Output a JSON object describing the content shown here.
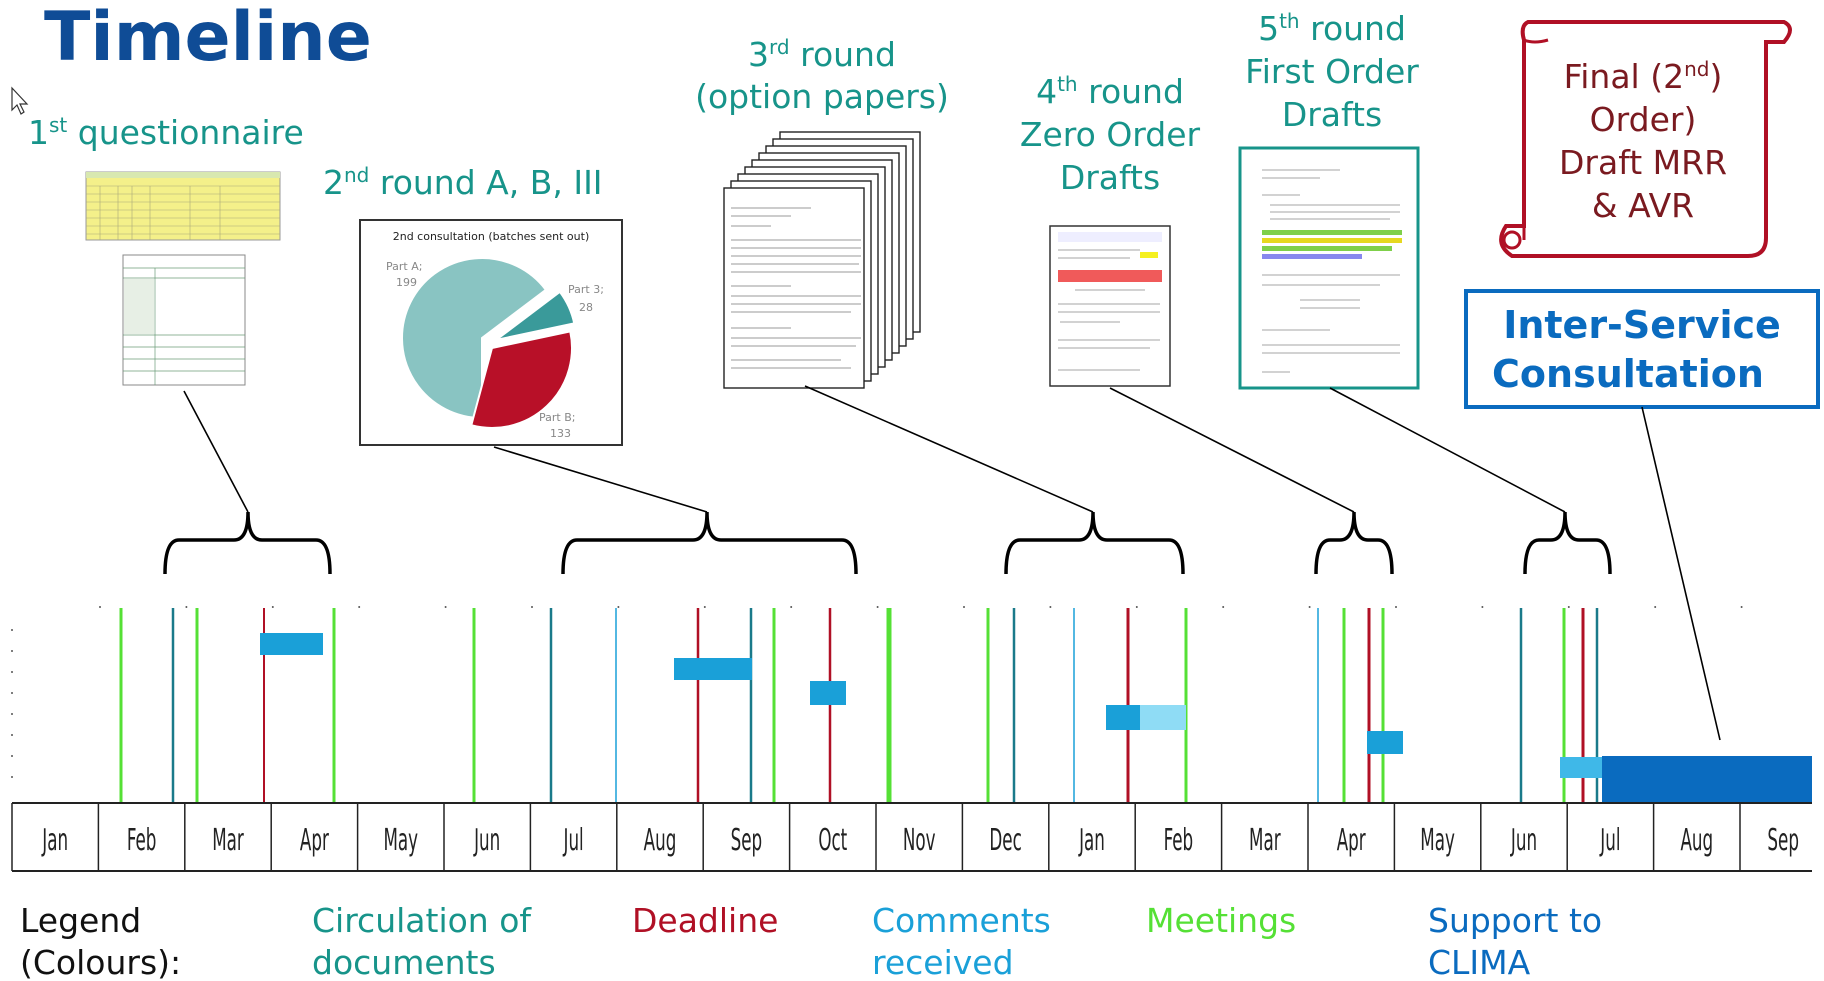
{
  "title": "Timeline",
  "colors": {
    "title": "#0f4c96",
    "teal_text": "#17948a",
    "circulation": "#1a7a8a",
    "deadline": "#b01025",
    "comments": "#1aa0d8",
    "meetings": "#55e035",
    "support": "#0a6bbf",
    "scroll": "#b01025"
  },
  "rounds": [
    {
      "sup": "st",
      "lines": [
        "1",
        " questionnaire"
      ]
    },
    {
      "sup": "nd",
      "lines": [
        "2",
        " round A, B, III"
      ]
    },
    {
      "sup": "rd",
      "line1_pre": "3",
      "line1_post": " round",
      "line2": "(option papers)"
    },
    {
      "sup": "th",
      "line1_pre": "4",
      "line1_post": " round",
      "line2": "Zero Order",
      "line3": "Drafts"
    },
    {
      "sup": "th",
      "line1_pre": "5",
      "line1_post": " round",
      "line2": "First Order",
      "line3": "Drafts"
    }
  ],
  "final": {
    "line1_pre": "Final (2",
    "sup": "nd",
    "line2": "Order)",
    "line3": "Draft MRR",
    "line4": "& AVR"
  },
  "isc": {
    "line1": "Inter-Service",
    "line2": "Consultation"
  },
  "pie": {
    "title": "2nd consultation (batches sent out)",
    "labels": [
      {
        "name": "Part A;",
        "value": "199"
      },
      {
        "name": "Part 3;",
        "value": "28"
      },
      {
        "name": "Part B;",
        "value": "133"
      }
    ]
  },
  "months": [
    "Jan",
    "Feb",
    "Mar",
    "Apr",
    "May",
    "Jun",
    "Jul",
    "Aug",
    "Sep",
    "Oct",
    "Nov",
    "Dec",
    "Jan",
    "Feb",
    "Mar",
    "Apr",
    "May",
    "Jun",
    "Jul",
    "Aug",
    "Sep"
  ],
  "legend": {
    "heading1": "Legend",
    "heading2": "(Colours):",
    "items": [
      {
        "l1": "Circulation of",
        "l2": "documents"
      },
      {
        "l1": "Deadline",
        "l2": ""
      },
      {
        "l1": "Comments",
        "l2": "received"
      },
      {
        "l1": "Meetings",
        "l2": ""
      },
      {
        "l1": "Support to",
        "l2": "CLIMA"
      }
    ]
  }
}
